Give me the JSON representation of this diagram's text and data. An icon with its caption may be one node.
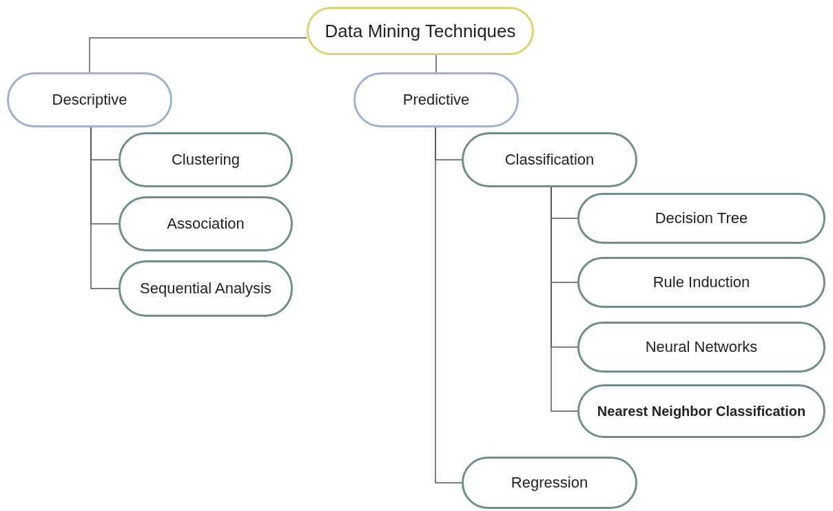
{
  "diagram": {
    "nodes": [
      {
        "text": [
          "Data Mining Techniques"
        ]
      },
      {
        "text": [
          "Descriptive"
        ]
      },
      {
        "text": [
          "Predictive"
        ]
      },
      {
        "text": [
          "Clustering"
        ]
      },
      {
        "text": [
          "Association"
        ]
      },
      {
        "text": [
          "Sequential Analysis"
        ]
      },
      {
        "text": [
          "Classification"
        ]
      },
      {
        "text": [
          "Decision Tree"
        ]
      },
      {
        "text": [
          "Rule Induction"
        ]
      },
      {
        "text": [
          "Neural Networks"
        ]
      },
      {
        "text": [
          "Nearest Neighbor Classification"
        ]
      },
      {
        "text": [
          "Regression"
        ]
      }
    ],
    "edges": [
      {
        "from": 0,
        "to": 1,
        "arrow": "none"
      },
      {
        "from": 0,
        "to": 2,
        "arrow": "none"
      },
      {
        "from": 1,
        "to": 3,
        "arrow": "none"
      },
      {
        "from": 1,
        "to": 4,
        "arrow": "none"
      },
      {
        "from": 1,
        "to": 5,
        "arrow": "none"
      },
      {
        "from": 2,
        "to": 6,
        "arrow": "none"
      },
      {
        "from": 2,
        "to": 11,
        "arrow": "none"
      },
      {
        "from": 6,
        "to": 7,
        "arrow": "none"
      },
      {
        "from": 6,
        "to": 8,
        "arrow": "none"
      },
      {
        "from": 6,
        "to": 9,
        "arrow": "none"
      },
      {
        "from": 6,
        "to": 10,
        "arrow": "none"
      }
    ]
  }
}
